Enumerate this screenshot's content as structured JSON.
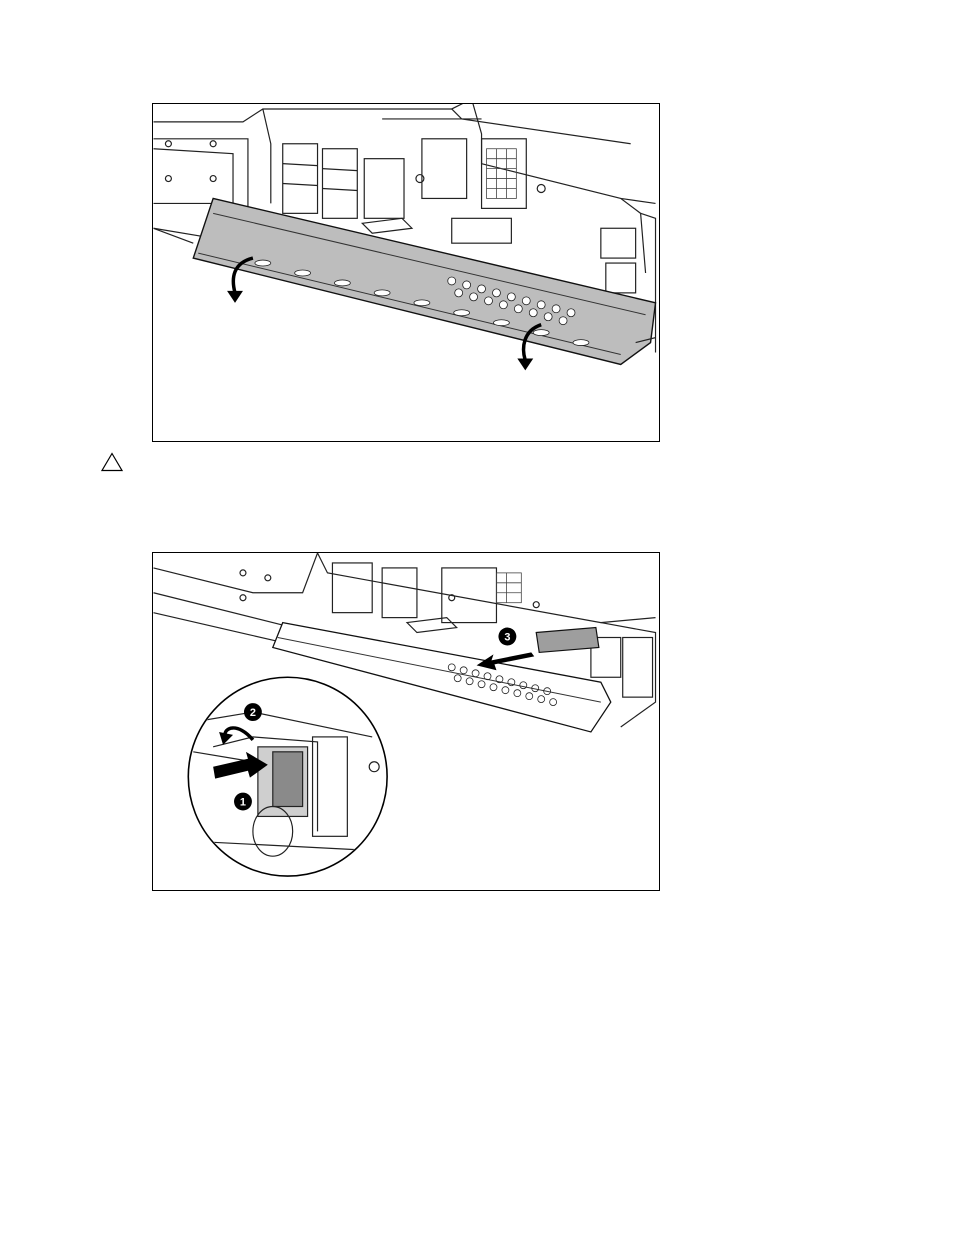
{
  "figures": [
    {
      "id": "figure-1",
      "description_label": ""
    },
    {
      "id": "figure-2",
      "callouts": [
        "1",
        "2",
        "3"
      ]
    }
  ],
  "icons": {
    "caution": "caution-triangle-icon"
  }
}
